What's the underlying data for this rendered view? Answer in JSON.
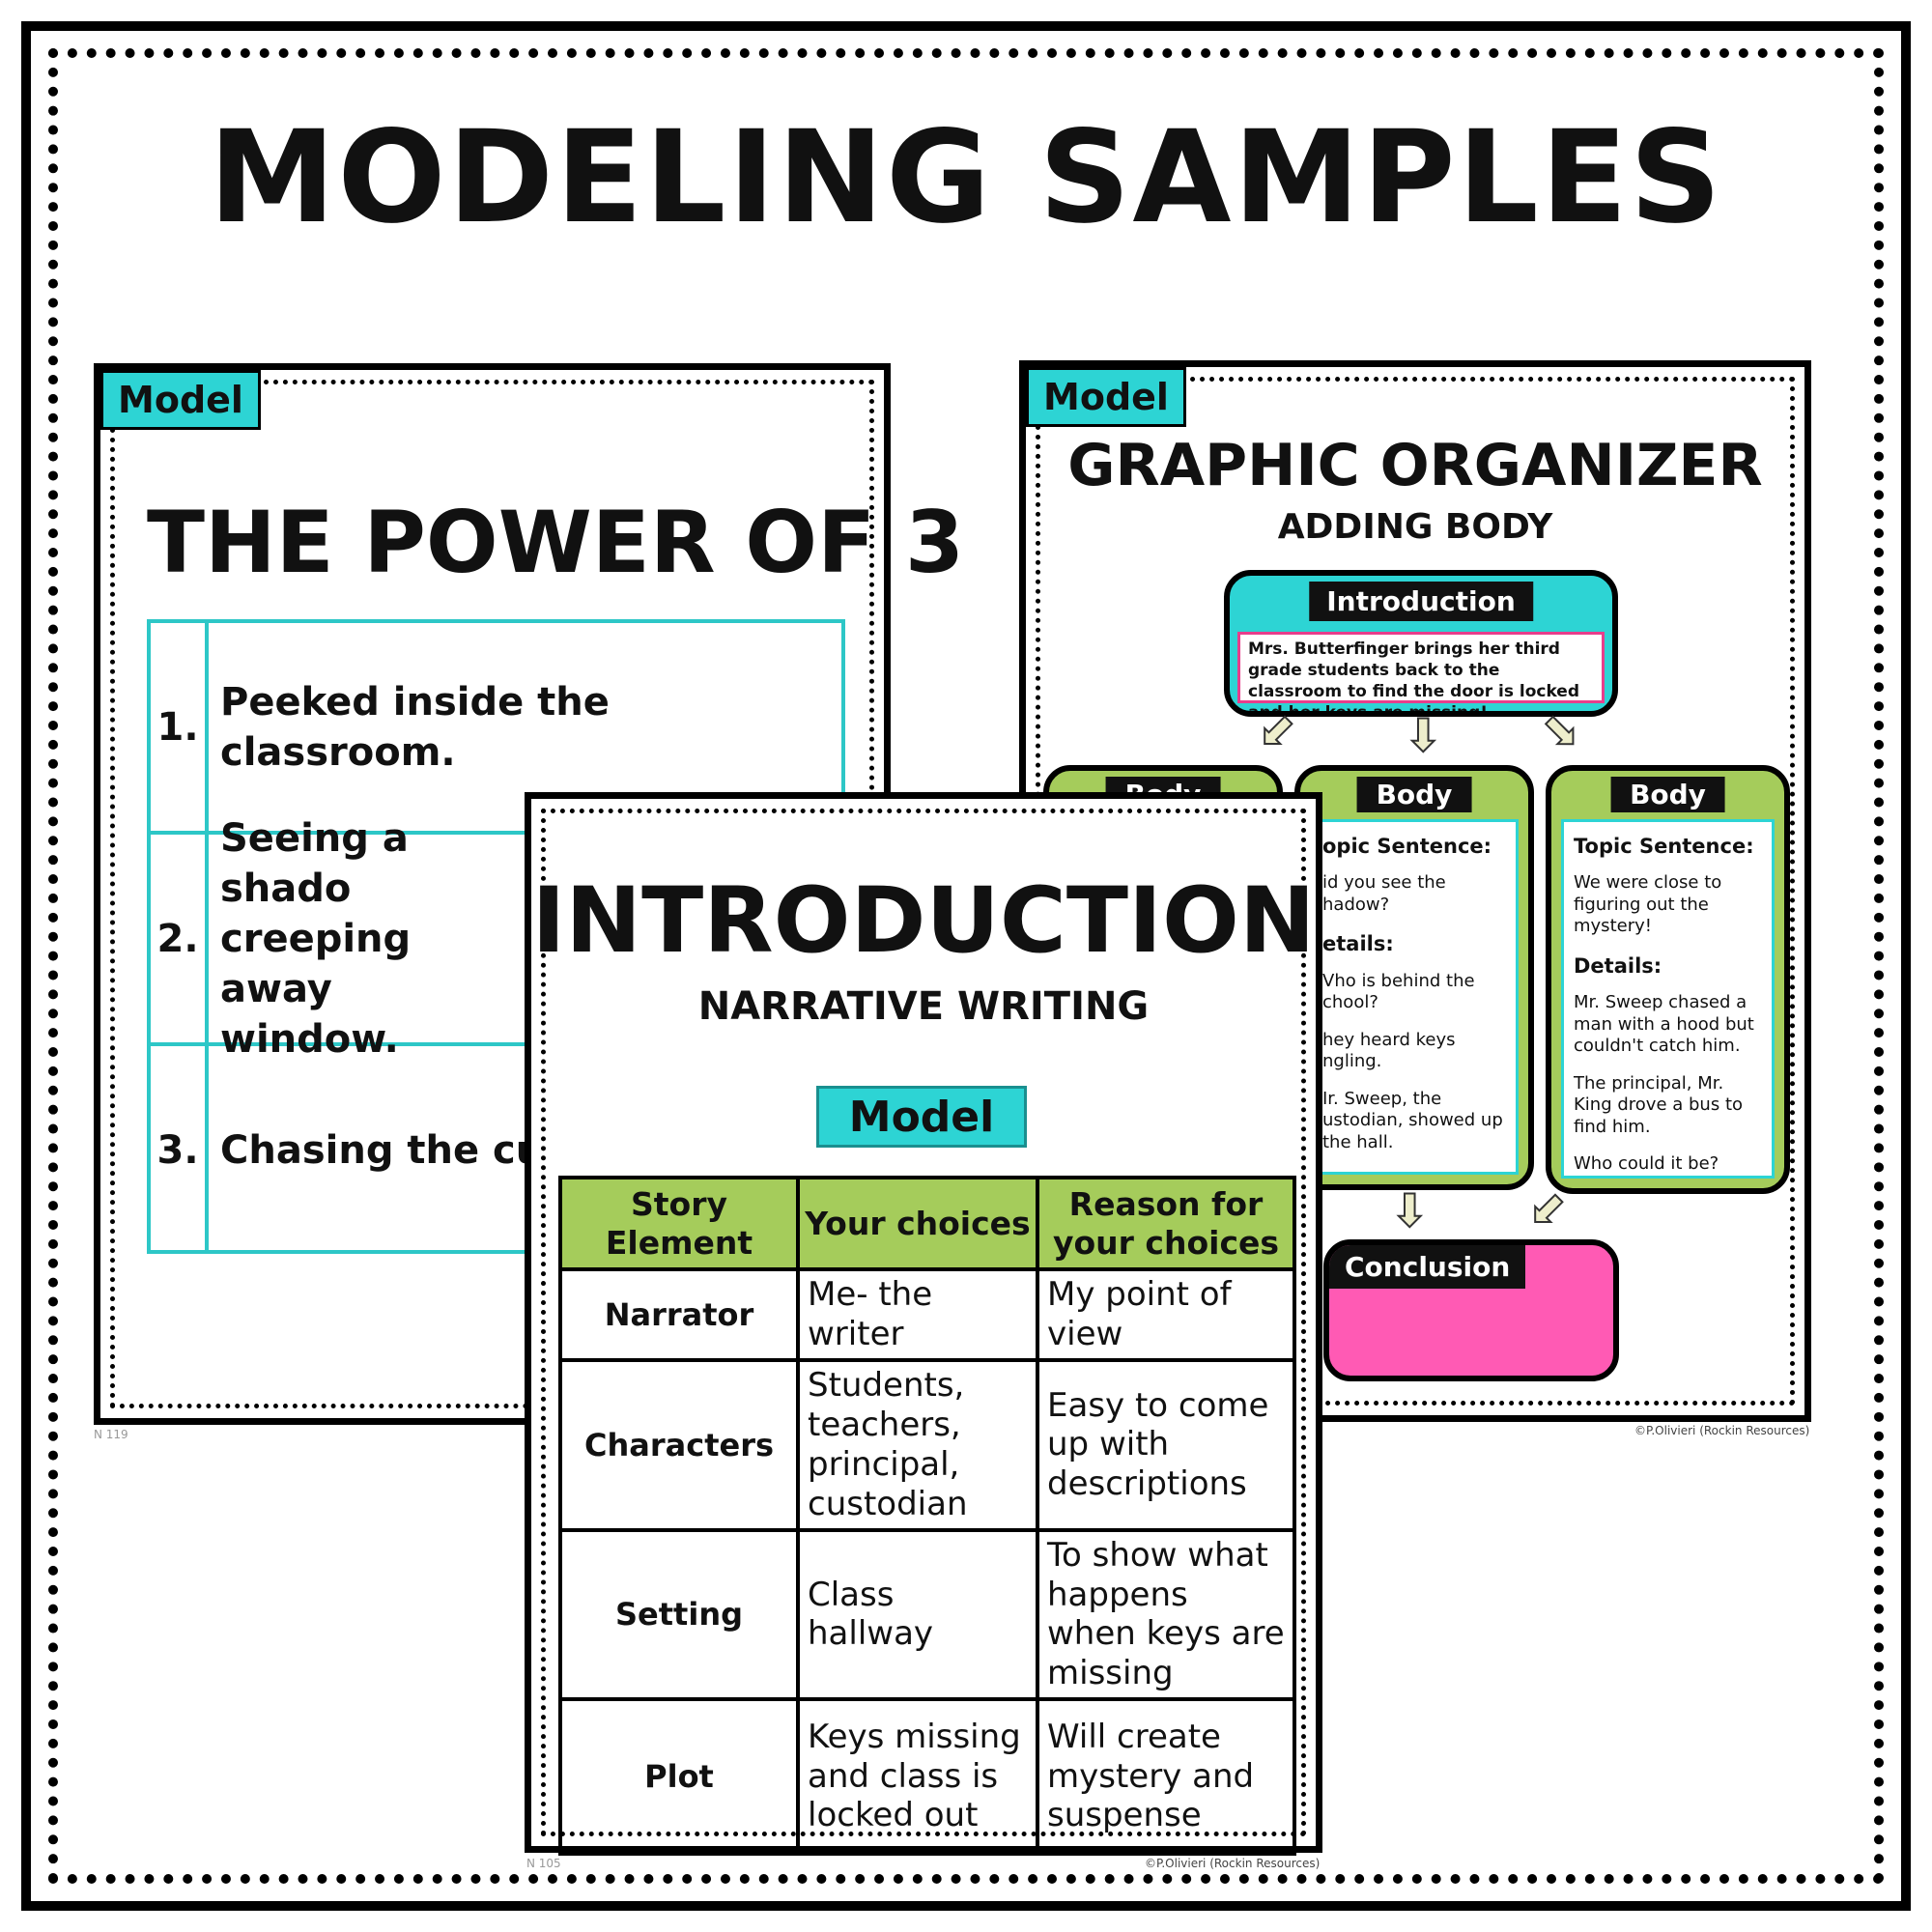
{
  "main_title": "MODELING SAMPLES",
  "colors": {
    "teal": "#2dd4d4",
    "green": "#a5cc5b",
    "pink": "#ff5ab4",
    "black": "#000000"
  },
  "power_of_three": {
    "tab": "Model",
    "title": "THE POWER OF 3",
    "rows": [
      {
        "num": "1.",
        "text": "Peeked inside the classroom."
      },
      {
        "num": "2.",
        "text": "Seeing a shado creeping away window."
      },
      {
        "num": "3.",
        "text": "Chasing the cu"
      }
    ],
    "page_num": "N 119"
  },
  "graphic_organizer": {
    "tab": "Model",
    "title": "GRAPHIC ORGANIZER",
    "subtitle": "ADDING BODY",
    "intro_header": "Introduction",
    "intro_text": "Mrs. Butterfinger brings her third grade students back to the classroom to find the door is locked and her keys are missing!",
    "body_header": "Body",
    "bodies": [
      {
        "header": "Body"
      },
      {
        "header": "Body",
        "topic_label": "opic Sentence:",
        "topic": "id you see the hadow?",
        "details_label": "etails:",
        "details": [
          "Vho is behind the chool?",
          "hey heard keys ngling.",
          "Ir. Sweep, the ustodian, showed up the hall."
        ]
      },
      {
        "header": "Body",
        "topic_label": "Topic Sentence:",
        "topic": "We were close to figuring out the mystery!",
        "details_label": "Details:",
        "details": [
          "Mr. Sweep chased a man with a hood but couldn't catch him.",
          "The principal, Mr. King drove a bus to find him.",
          "Who could it be?"
        ]
      }
    ],
    "conclusion_header": "Conclusion",
    "copyright": "©P.Olivieri (Rockin Resources)"
  },
  "introduction": {
    "title": "INTRODUCTION",
    "subtitle": "NARRATIVE WRITING",
    "model_label": "Model",
    "headers": [
      "Story Element",
      "Your choices",
      "Reason for your choices"
    ],
    "rows": [
      {
        "element": "Narrator",
        "choice": "Me- the writer",
        "reason": "My point of view"
      },
      {
        "element": "Characters",
        "choice": "Students, teachers, principal, custodian",
        "reason": "Easy to come up with descriptions"
      },
      {
        "element": "Setting",
        "choice": "Class hallway",
        "reason": "To show what happens when keys are missing"
      },
      {
        "element": "Plot",
        "choice": "Keys missing and class is locked out",
        "reason": "Will create mystery and suspense"
      }
    ],
    "page_num": "N 105",
    "copyright": "©P.Olivieri (Rockin Resources)"
  }
}
